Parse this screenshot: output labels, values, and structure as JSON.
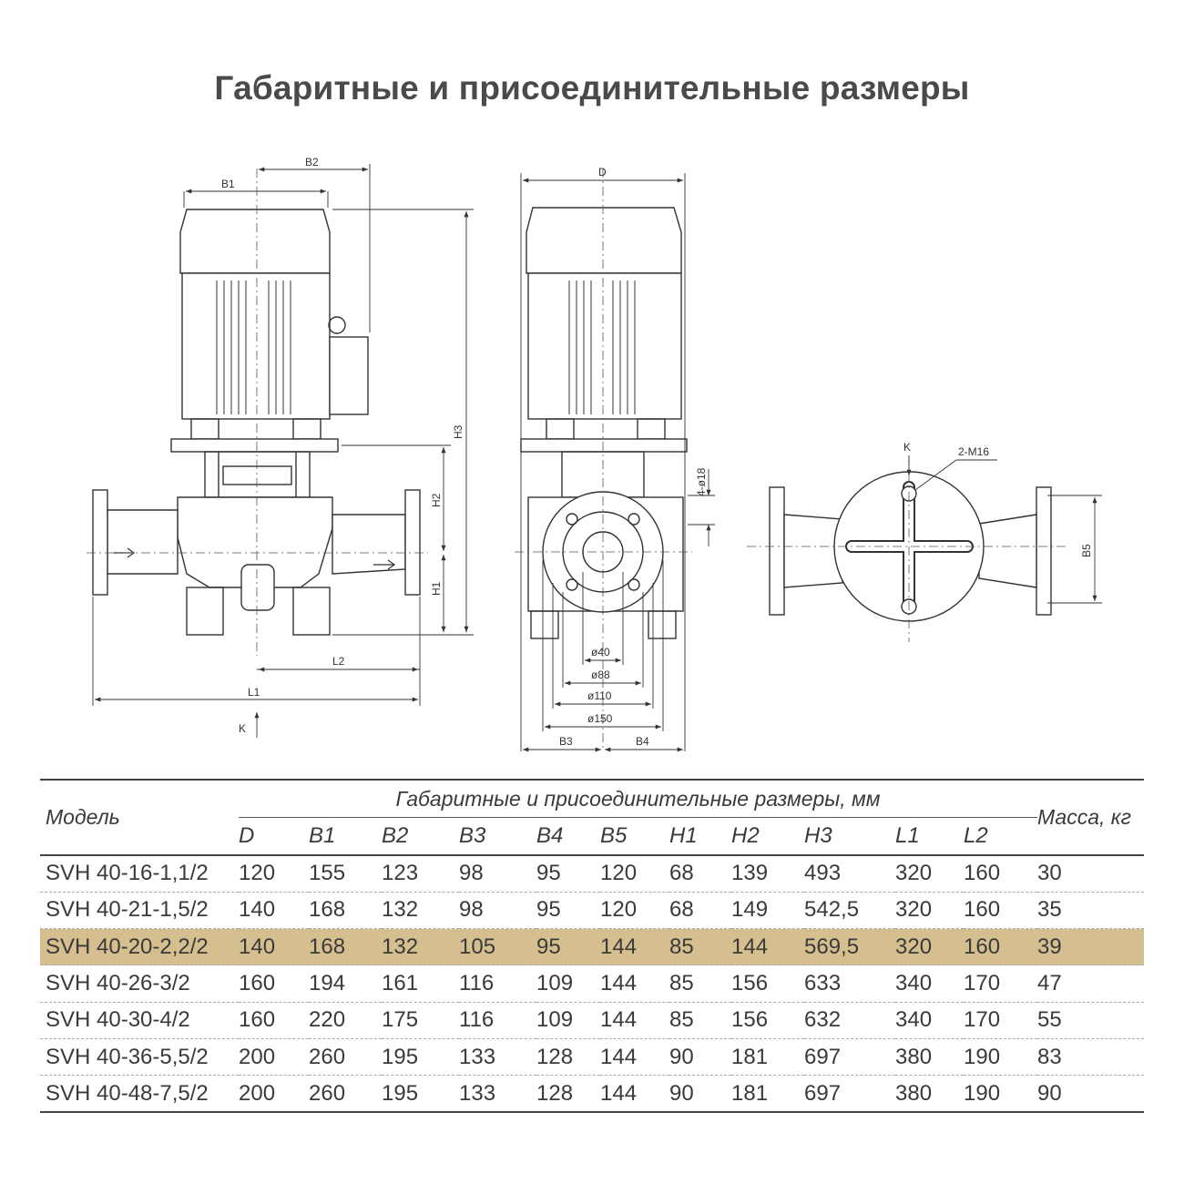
{
  "title": "Габаритные и присоединительные размеры",
  "drawing_labels": {
    "b1": "B1",
    "b2": "B2",
    "h1": "H1",
    "h2": "H2",
    "h3": "H3",
    "l1": "L1",
    "l2": "L2",
    "k": "K",
    "d": "D",
    "hole": "4-ø18",
    "d40": "ø40",
    "d88": "ø88",
    "d110": "ø110",
    "d150": "ø150",
    "b3": "B3",
    "b4": "B4",
    "k2": "K",
    "m16": "2-M16",
    "b5": "B5"
  },
  "table": {
    "model_header": "Модель",
    "group_header": "Габаритные и присоединительные размеры, мм",
    "mass_header": "Масса, кг",
    "columns": [
      "D",
      "B1",
      "B2",
      "B3",
      "B4",
      "B5",
      "H1",
      "H2",
      "H3",
      "L1",
      "L2"
    ],
    "rows": [
      {
        "model": "SVH 40-16-1,1/2",
        "values": [
          "120",
          "155",
          "123",
          "98",
          "95",
          "120",
          "68",
          "139",
          "493",
          "320",
          "160"
        ],
        "mass": "30"
      },
      {
        "model": "SVH 40-21-1,5/2",
        "values": [
          "140",
          "168",
          "132",
          "98",
          "95",
          "120",
          "68",
          "149",
          "542,5",
          "320",
          "160"
        ],
        "mass": "35"
      },
      {
        "model": "SVH 40-20-2,2/2",
        "values": [
          "140",
          "168",
          "132",
          "105",
          "95",
          "144",
          "85",
          "144",
          "569,5",
          "320",
          "160"
        ],
        "mass": "39",
        "highlight": true
      },
      {
        "model": "SVH 40-26-3/2",
        "values": [
          "160",
          "194",
          "161",
          "116",
          "109",
          "144",
          "85",
          "156",
          "633",
          "340",
          "170"
        ],
        "mass": "47"
      },
      {
        "model": "SVH 40-30-4/2",
        "values": [
          "160",
          "220",
          "175",
          "116",
          "109",
          "144",
          "85",
          "156",
          "632",
          "340",
          "170"
        ],
        "mass": "55"
      },
      {
        "model": "SVH 40-36-5,5/2",
        "values": [
          "200",
          "260",
          "195",
          "133",
          "128",
          "144",
          "90",
          "181",
          "697",
          "380",
          "190"
        ],
        "mass": "83"
      },
      {
        "model": "SVH 40-48-7,5/2",
        "values": [
          "200",
          "260",
          "195",
          "133",
          "128",
          "144",
          "90",
          "181",
          "697",
          "380",
          "190"
        ],
        "mass": "90"
      }
    ]
  },
  "colors": {
    "highlight_row": "#d5bf8f",
    "line": "#333333"
  }
}
